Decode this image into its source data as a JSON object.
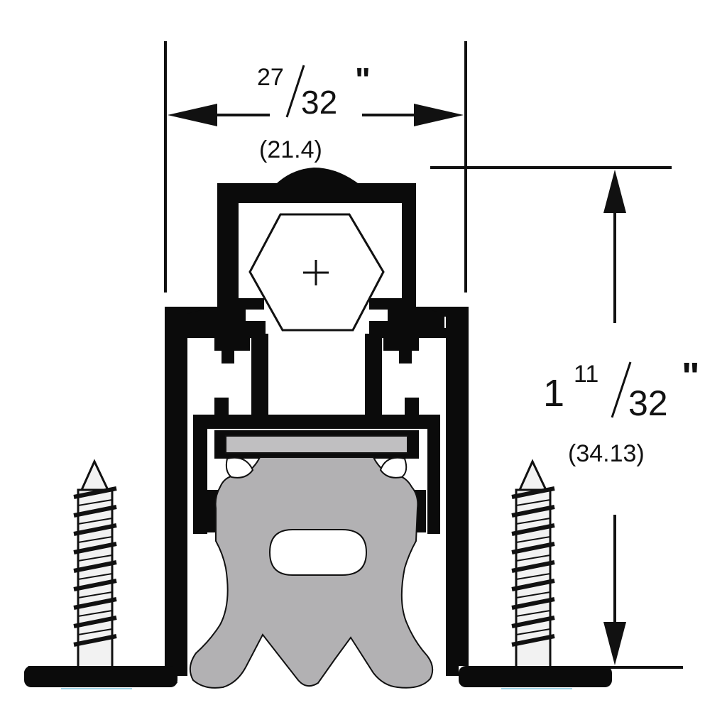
{
  "colors": {
    "extrusion": "#0b0b0b",
    "seal": "#b2b1b3",
    "insert": "#c0bfc1",
    "screw": "#f2f2f2",
    "lines": "#111111"
  },
  "width_dimension": {
    "numerator": "27",
    "denominator": "32",
    "inch_mark": "\"",
    "metric": "(21.4)"
  },
  "height_dimension": {
    "whole": "1",
    "numerator": "11",
    "denominator": "32",
    "inch_mark": "\"",
    "metric": "(34.13)"
  },
  "icons": {
    "center_mark": "plus-icon",
    "fasteners": "screw-icon"
  }
}
